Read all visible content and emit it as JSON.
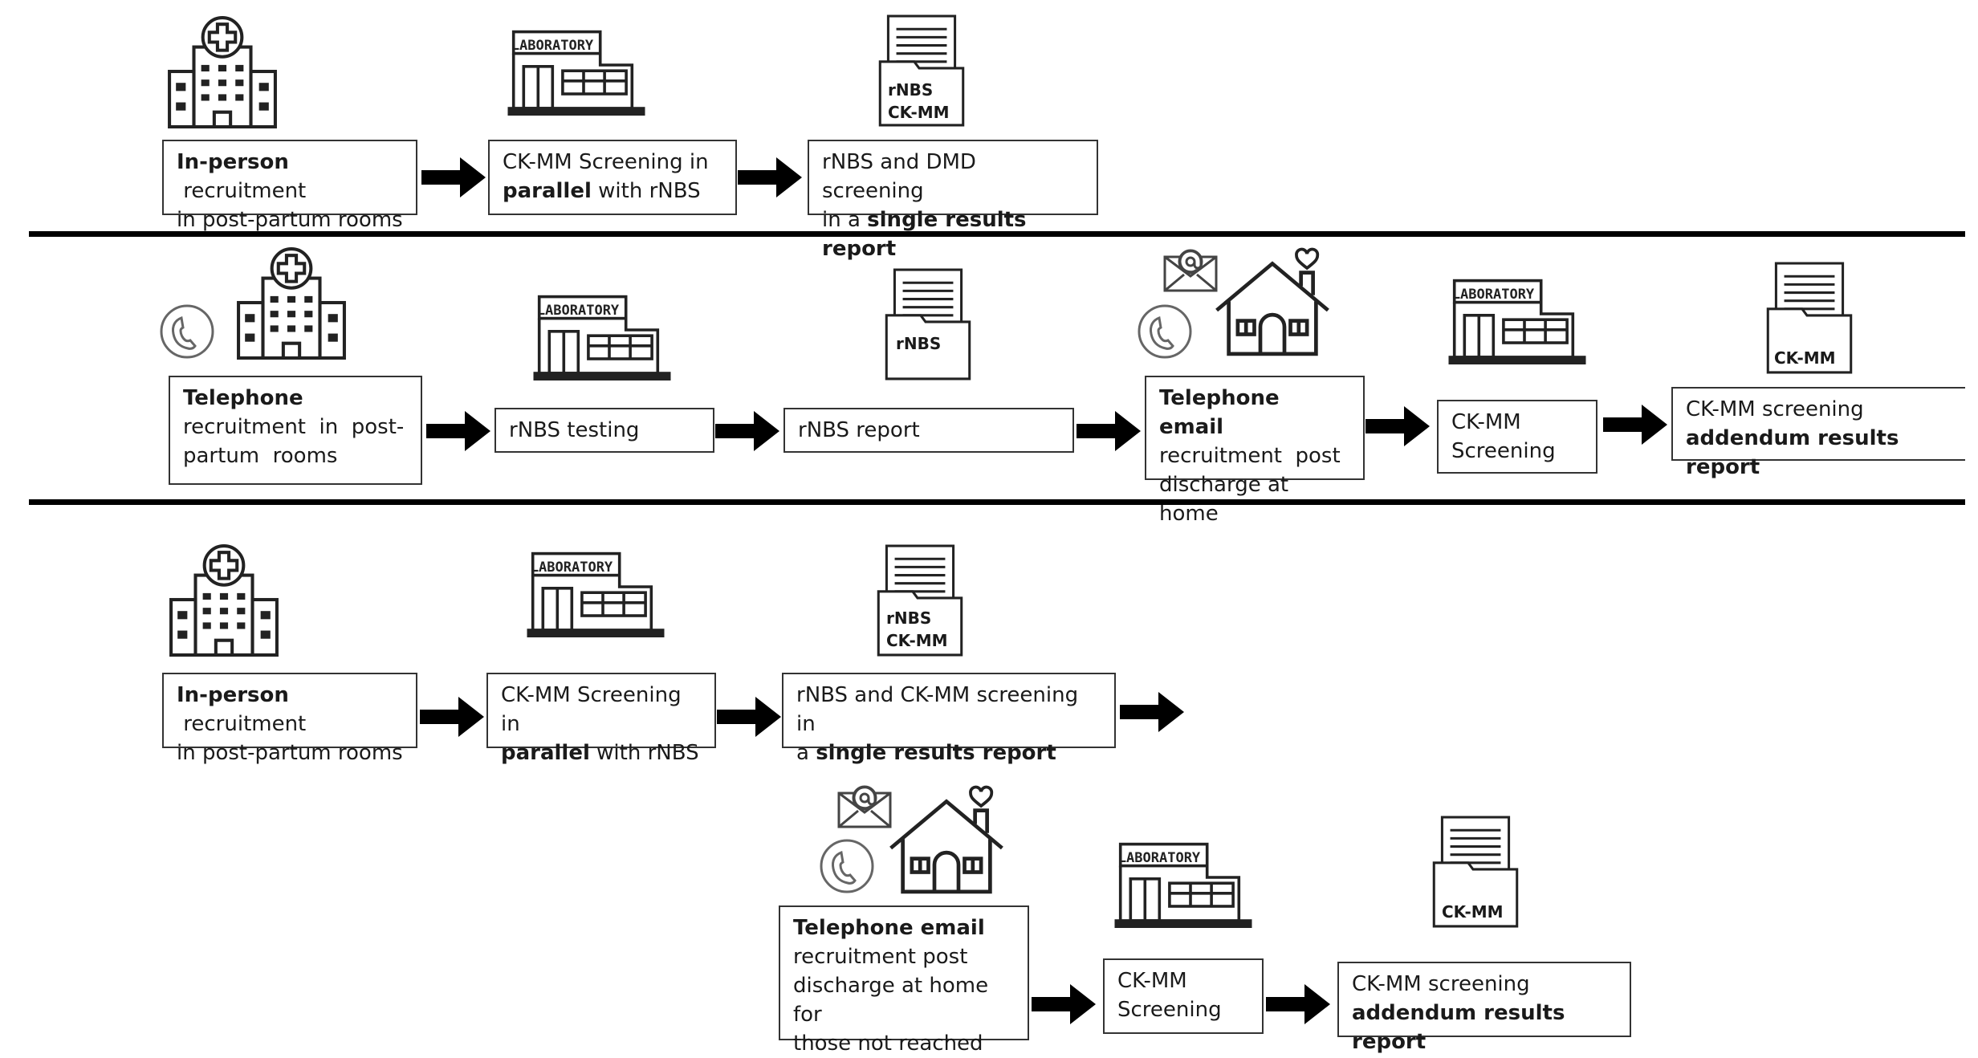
{
  "row1": {
    "b1": {
      "bold": "In-person",
      "rest1": " recruitment",
      "line2": "in post-partum rooms"
    },
    "b2": {
      "line1": "CK-MM Screening in",
      "bold": "parallel",
      "rest2": " with rNBS"
    },
    "b3": {
      "line1": "rNBS and DMD screening",
      "pre2": "in a ",
      "bold": "single results report"
    },
    "folder": {
      "l1": "rNBS",
      "l2": "CK-MM"
    }
  },
  "row2": {
    "b1": {
      "bold": "Telephone",
      "line2": "recruitment  in  post-",
      "line3": "partum  rooms"
    },
    "b2": {
      "text": "rNBS testing"
    },
    "b3": {
      "text": "rNBS report"
    },
    "b4": {
      "bold": "Telephone email",
      "line2": "recruitment  post",
      "line3": "discharge at home"
    },
    "b5": {
      "line1": "CK-MM",
      "line2": "Screening"
    },
    "b6": {
      "line1": "CK-MM screening",
      "bold": "addendum results report"
    },
    "folder1": {
      "l1": "rNBS"
    },
    "folder2": {
      "l1": "CK-MM"
    }
  },
  "row3": {
    "b1": {
      "bold": "In-person",
      "rest1": " recruitment",
      "line2": "in post-partum rooms"
    },
    "b2": {
      "line1": "CK-MM Screening in",
      "bold": "parallel",
      "rest2": " with rNBS"
    },
    "b3": {
      "line1": "rNBS and CK-MM screening in",
      "pre2": "a ",
      "bold": "single results report"
    },
    "folder": {
      "l1": "rNBS",
      "l2": "CK-MM"
    }
  },
  "row4": {
    "b1": {
      "bold": "Telephone email",
      "line2": "recruitment post",
      "line3": "discharge at home for",
      "line4": "those not reached"
    },
    "b2": {
      "line1": "CK-MM",
      "line2": "Screening"
    },
    "b3": {
      "line1": "CK-MM screening",
      "bold": "addendum results report"
    },
    "folder": {
      "l1": "CK-MM"
    }
  },
  "icons": {
    "hospital": "hospital-icon",
    "laboratory": "laboratory-icon",
    "laboratory_sign": "LABORATORY",
    "folder": "document-folder-icon",
    "house": "house-with-heart-icon",
    "phone": "phone-icon",
    "email": "email-icon"
  }
}
